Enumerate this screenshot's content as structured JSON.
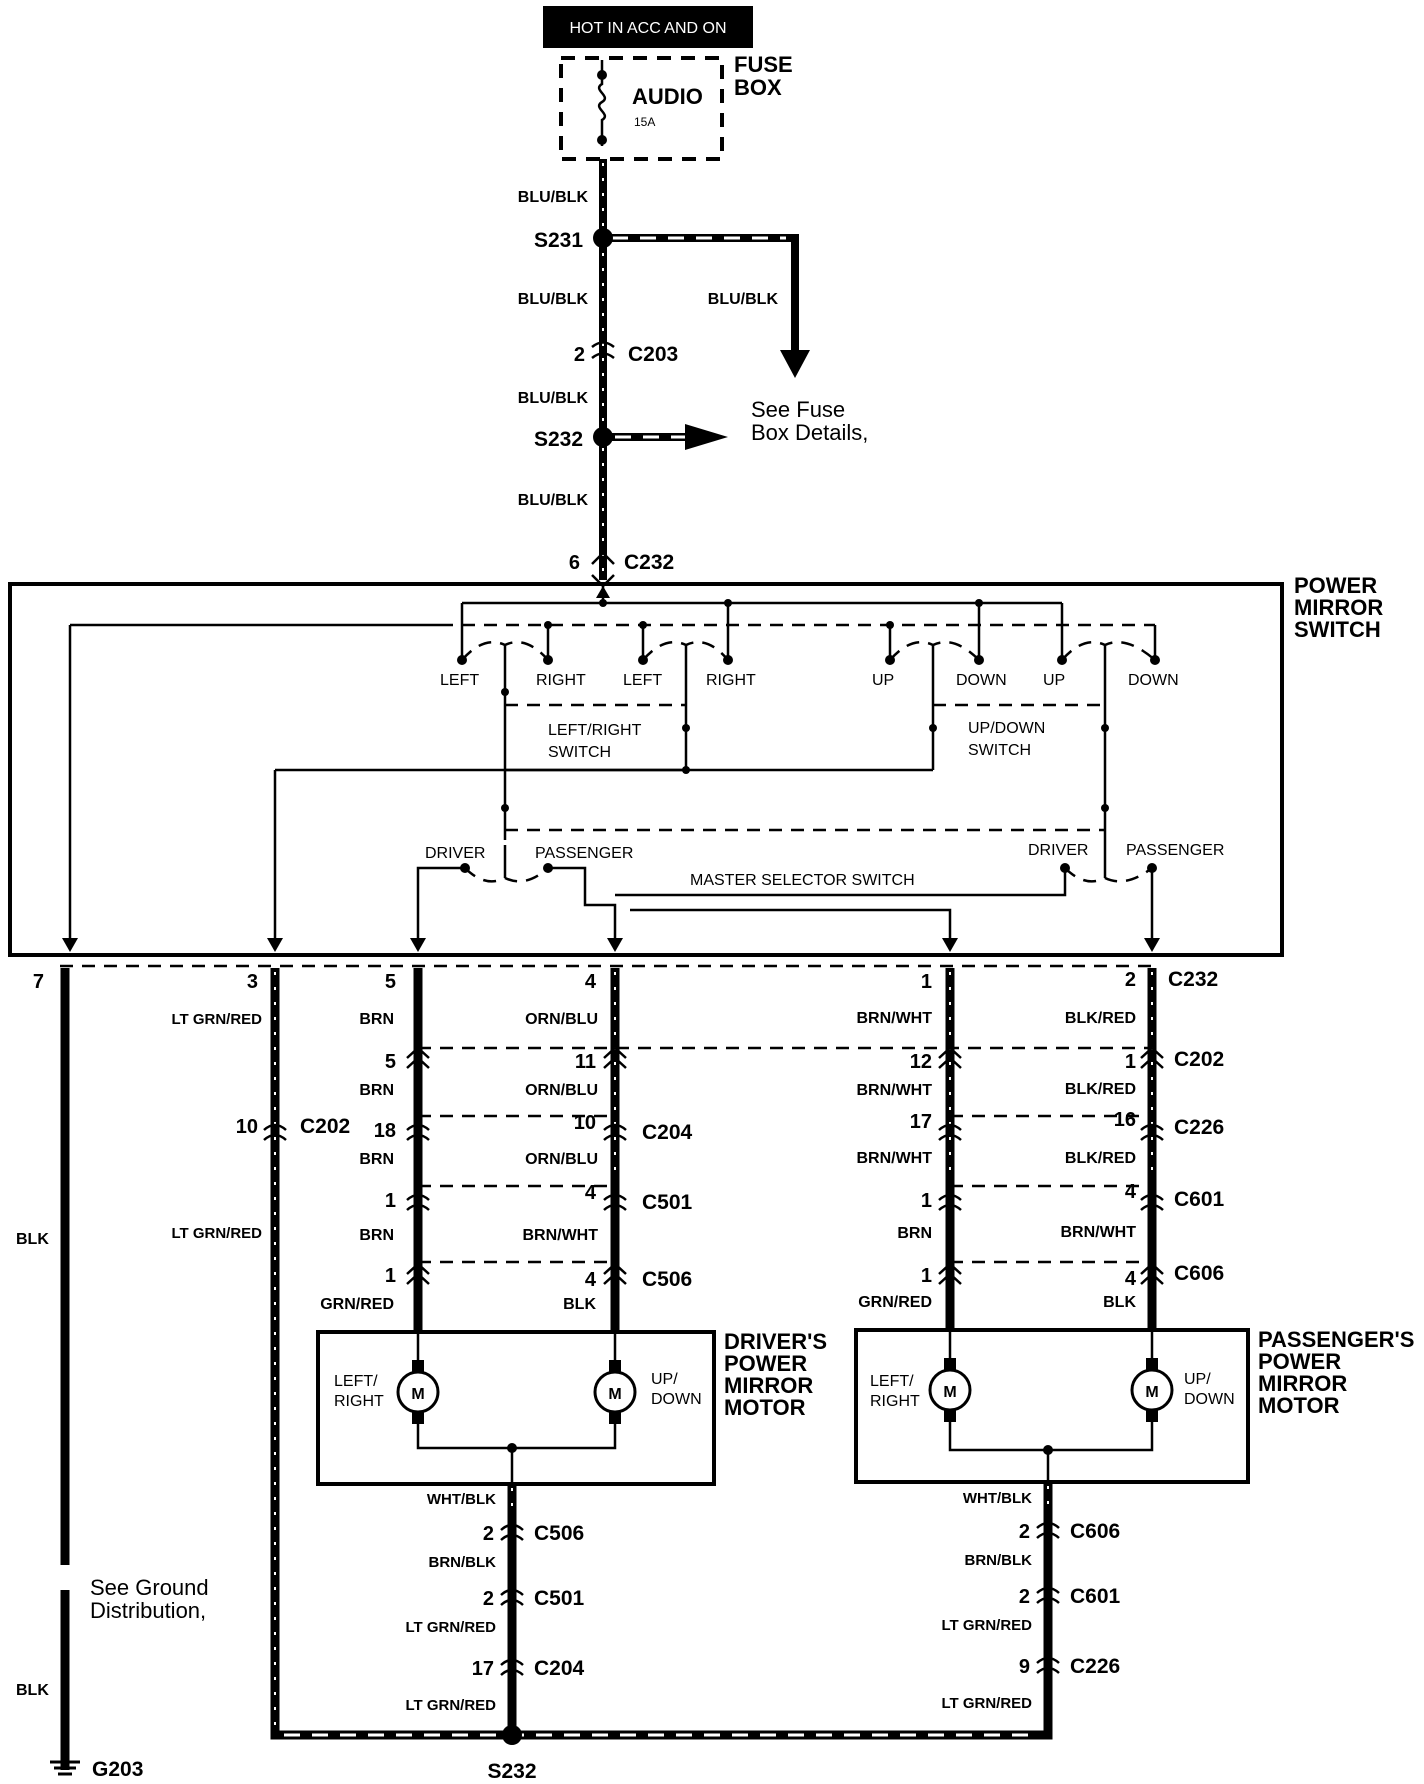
{
  "header": {
    "hot_label": "HOT IN ACC AND ON"
  },
  "fuse": {
    "box_label_1": "FUSE",
    "box_label_2": "BOX",
    "name": "AUDIO",
    "rating": "15A"
  },
  "feed": {
    "wire": "BLU/BLK",
    "splice_s231": "S231",
    "splice_s232": "S232",
    "c203_pin": "2",
    "c203": "C203",
    "c232_pin": "6",
    "c232": "C232",
    "see_fuse_1": "See Fuse",
    "see_fuse_2": "Box Details,"
  },
  "switch": {
    "title_1": "POWER",
    "title_2": "MIRROR",
    "title_3": "SWITCH",
    "left": "LEFT",
    "right": "RIGHT",
    "up": "UP",
    "down": "DOWN",
    "lr_switch_1": "LEFT/RIGHT",
    "lr_switch_2": "SWITCH",
    "ud_switch_1": "UP/DOWN",
    "ud_switch_2": "SWITCH",
    "driver": "DRIVER",
    "passenger": "PASSENGER",
    "master": "MASTER SELECTOR SWITCH"
  },
  "connectors": {
    "c232": "C232",
    "c202": "C202",
    "c204": "C204",
    "c501": "C501",
    "c506": "C506",
    "c226": "C226",
    "c601": "C601",
    "c606": "C606"
  },
  "wires": {
    "w7": {
      "pin": "7",
      "color": "BLK"
    },
    "w3": {
      "pin": "3",
      "color": "LT GRN/RED",
      "c202_pin": "10"
    },
    "w5": {
      "pin": "5",
      "color": "BRN",
      "c202_pin": "5",
      "c204_pin": "18",
      "c501_pin": "1",
      "c506_pin": "1",
      "motor_color": "GRN/RED"
    },
    "w4": {
      "pin": "4",
      "color": "ORN/BLU",
      "c202_pin": "11",
      "c204_pin": "10",
      "c501_pin": "4",
      "c506_pin": "4",
      "c501_color": "BRN/WHT",
      "motor_color": "BLK"
    },
    "w1": {
      "pin": "1",
      "color": "BRN/WHT",
      "c202_pin": "12",
      "c226_pin": "17",
      "c601_pin": "1",
      "c606_pin": "1",
      "c601_color": "BRN",
      "motor_color": "GRN/RED"
    },
    "w2": {
      "pin": "2",
      "color": "BLK/RED",
      "c202_pin": "1",
      "c226_pin": "16",
      "c601_pin": "4",
      "c606_pin": "4",
      "c601_color": "BRN/WHT",
      "motor_color": "BLK"
    }
  },
  "driver_motor": {
    "title_1": "DRIVER'S",
    "title_2": "POWER",
    "title_3": "MIRROR",
    "title_4": "MOTOR",
    "lr_1": "LEFT/",
    "lr_2": "RIGHT",
    "ud_1": "UP/",
    "ud_2": "DOWN",
    "m": "M",
    "gnd_1": "WHT/BLK",
    "gnd_2": "BRN/BLK",
    "gnd_3": "LT GRN/RED",
    "gnd_4": "LT GRN/RED",
    "c506_pin": "2",
    "c501_pin": "2",
    "c204_pin": "17"
  },
  "pass_motor": {
    "title_1": "PASSENGER'S",
    "title_2": "POWER",
    "title_3": "MIRROR",
    "title_4": "MOTOR",
    "lr_1": "LEFT/",
    "lr_2": "RIGHT",
    "ud_1": "UP/",
    "ud_2": "DOWN",
    "m": "M",
    "gnd_1": "WHT/BLK",
    "gnd_2": "BRN/BLK",
    "gnd_3": "LT GRN/RED",
    "gnd_4": "LT GRN/RED",
    "c606_pin": "2",
    "c601_pin": "2",
    "c226_pin": "9"
  },
  "ground": {
    "see_1": "See Ground",
    "see_2": "Distribution,",
    "g203": "G203",
    "s232": "S232",
    "blk": "BLK"
  }
}
